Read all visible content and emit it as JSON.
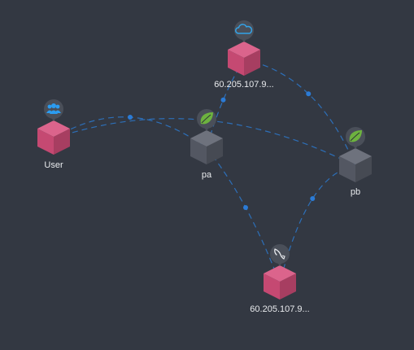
{
  "colors": {
    "background": "#333842",
    "edge": "#2d6fb8",
    "edge_dot": "#2b7bd6",
    "pink_cube": "#d64f7c",
    "gray_cube": "#5a5f6b",
    "badge": "#4a4f59",
    "spring_green": "#6db33f",
    "cloud_blue": "#33a3e8",
    "users_blue": "#2b9cf0",
    "label_text": "#e9ebee"
  },
  "nodes": [
    {
      "id": "user",
      "label": "User",
      "kind": "pink",
      "icon": "users-icon"
    },
    {
      "id": "cloud",
      "label": "60.205.107.9...",
      "kind": "pink",
      "icon": "cloud-icon"
    },
    {
      "id": "pa",
      "label": "pa",
      "kind": "gray",
      "icon": "spring-leaf-icon"
    },
    {
      "id": "pb",
      "label": "pb",
      "kind": "gray",
      "icon": "spring-leaf-icon"
    },
    {
      "id": "db",
      "label": "60.205.107.9...",
      "kind": "pink",
      "icon": "mysql-dolphin-icon"
    }
  ],
  "edges": [
    {
      "from": "user",
      "to": "pa"
    },
    {
      "from": "user",
      "to": "pb"
    },
    {
      "from": "cloud",
      "to": "pa"
    },
    {
      "from": "cloud",
      "to": "pb"
    },
    {
      "from": "pa",
      "to": "db"
    },
    {
      "from": "pb",
      "to": "db"
    }
  ]
}
